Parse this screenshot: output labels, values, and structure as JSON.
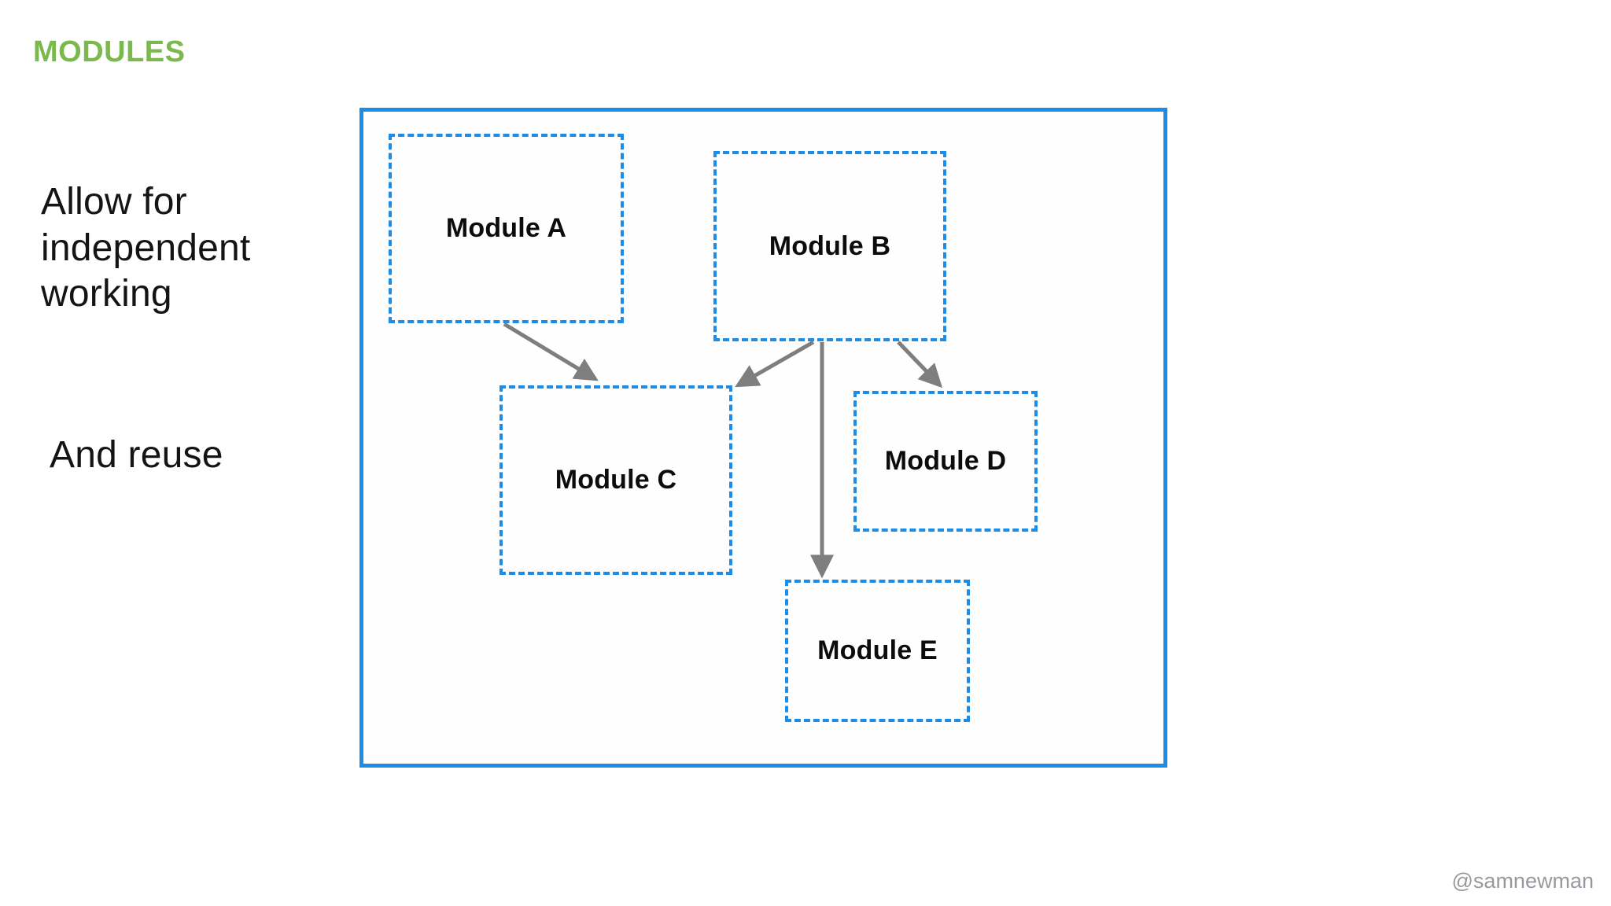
{
  "slide": {
    "title": "MODULES",
    "notes": [
      {
        "text": "Allow for\nindependent\nworking"
      },
      {
        "text": "And reuse"
      }
    ],
    "attribution": "@samnewman"
  },
  "diagram": {
    "modules": [
      {
        "id": "A",
        "label": "Module A"
      },
      {
        "id": "B",
        "label": "Module B"
      },
      {
        "id": "C",
        "label": "Module C"
      },
      {
        "id": "D",
        "label": "Module D"
      },
      {
        "id": "E",
        "label": "Module E"
      }
    ],
    "edges": [
      {
        "from": "Module A",
        "to": "Module C"
      },
      {
        "from": "Module B",
        "to": "Module C"
      },
      {
        "from": "Module B",
        "to": "Module E"
      },
      {
        "from": "Module B",
        "to": "Module D"
      }
    ]
  },
  "colors": {
    "title_green": "#7bb94e",
    "diagram_blue": "#1b8ce8",
    "arrow_gray": "#7e7e7e",
    "text_black": "#141414",
    "attribution_gray": "#98989e"
  }
}
